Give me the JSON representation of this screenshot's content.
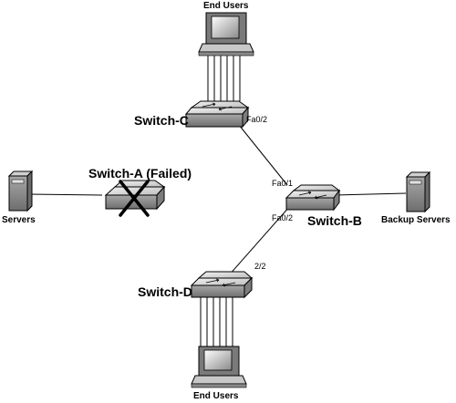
{
  "labels": {
    "end_users_top": "End Users",
    "end_users_bottom": "End Users",
    "switch_c": "Switch-C",
    "switch_a": "Switch-A (Failed)",
    "switch_b": "Switch-B",
    "switch_d": "Switch-D",
    "servers": "Servers",
    "backup_servers": "Backup Servers"
  },
  "ports": {
    "c_fa02": "Fa0/2",
    "b_fa01": "Fa0/1",
    "b_fa02": "Fa0/2",
    "d_22": "2/2"
  },
  "colors": {
    "line": "#000000",
    "device_top": "#d9d9d9",
    "device_side": "#9a9a9a",
    "failed_mark": "#000000"
  }
}
